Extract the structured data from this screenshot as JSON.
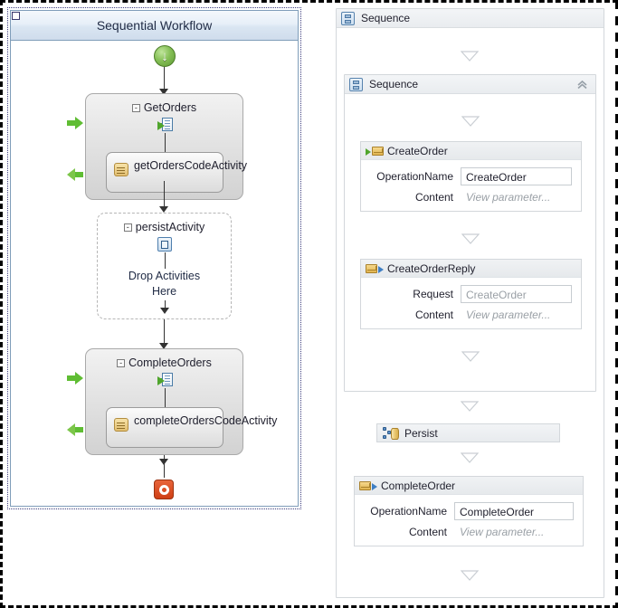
{
  "left_designer": {
    "title": "Sequential Workflow",
    "start_node": {
      "name": "start-node",
      "glyph": "↓"
    },
    "stop_node": {
      "name": "stop-node"
    },
    "activities": [
      {
        "name": "GetOrders",
        "expander": "-",
        "icon": "receive-icon",
        "child": {
          "label": "getOrdersCodeActivity",
          "icon": "code-activity-icon"
        },
        "left_arrow_in": "green-arrow-right-icon",
        "left_arrow_out": "green-arrow-left-icon"
      },
      {
        "name": "persistActivity",
        "expander": "-",
        "icon": "persist-icon",
        "drop_hint_line1": "Drop Activities",
        "drop_hint_line2": "Here"
      },
      {
        "name": "CompleteOrders",
        "expander": "-",
        "icon": "receive-icon",
        "child": {
          "label": "completeOrdersCodeActivity",
          "icon": "code-activity-icon"
        },
        "left_arrow_in": "green-arrow-right-icon",
        "left_arrow_out": "green-arrow-left-icon"
      }
    ]
  },
  "right_designer": {
    "outer_sequence": {
      "title": "Sequence",
      "icon": "sequence-icon"
    },
    "inner_sequence": {
      "title": "Sequence",
      "icon": "sequence-icon",
      "collapse_glyph": "«"
    },
    "activities": [
      {
        "type": "receive",
        "title": "CreateOrder",
        "icon": "receive-message-icon",
        "fields": [
          {
            "label": "OperationName",
            "value": "CreateOrder",
            "kind": "input"
          },
          {
            "label": "Content",
            "value": "View parameter...",
            "kind": "link"
          }
        ]
      },
      {
        "type": "sendreply",
        "title": "CreateOrderReply",
        "icon": "send-message-icon",
        "fields": [
          {
            "label": "Request",
            "value": "CreateOrder",
            "kind": "input-muted"
          },
          {
            "label": "Content",
            "value": "View parameter...",
            "kind": "link"
          }
        ]
      },
      {
        "type": "persist",
        "title": "Persist",
        "icon": "persist-icon"
      },
      {
        "type": "receive",
        "title": "CompleteOrder",
        "icon": "send-message-icon",
        "fields": [
          {
            "label": "OperationName",
            "value": "CompleteOrder",
            "kind": "input"
          },
          {
            "label": "Content",
            "value": "View parameter...",
            "kind": "link"
          }
        ]
      }
    ]
  },
  "colors": {
    "title_bar_top": "#f4f8fc",
    "title_bar_bottom": "#cfdcec",
    "panel_border": "#7f9db9",
    "green_accent": "#5fbd33",
    "stop_red": "#cf3f15",
    "muted_text": "#9aa0a6"
  }
}
